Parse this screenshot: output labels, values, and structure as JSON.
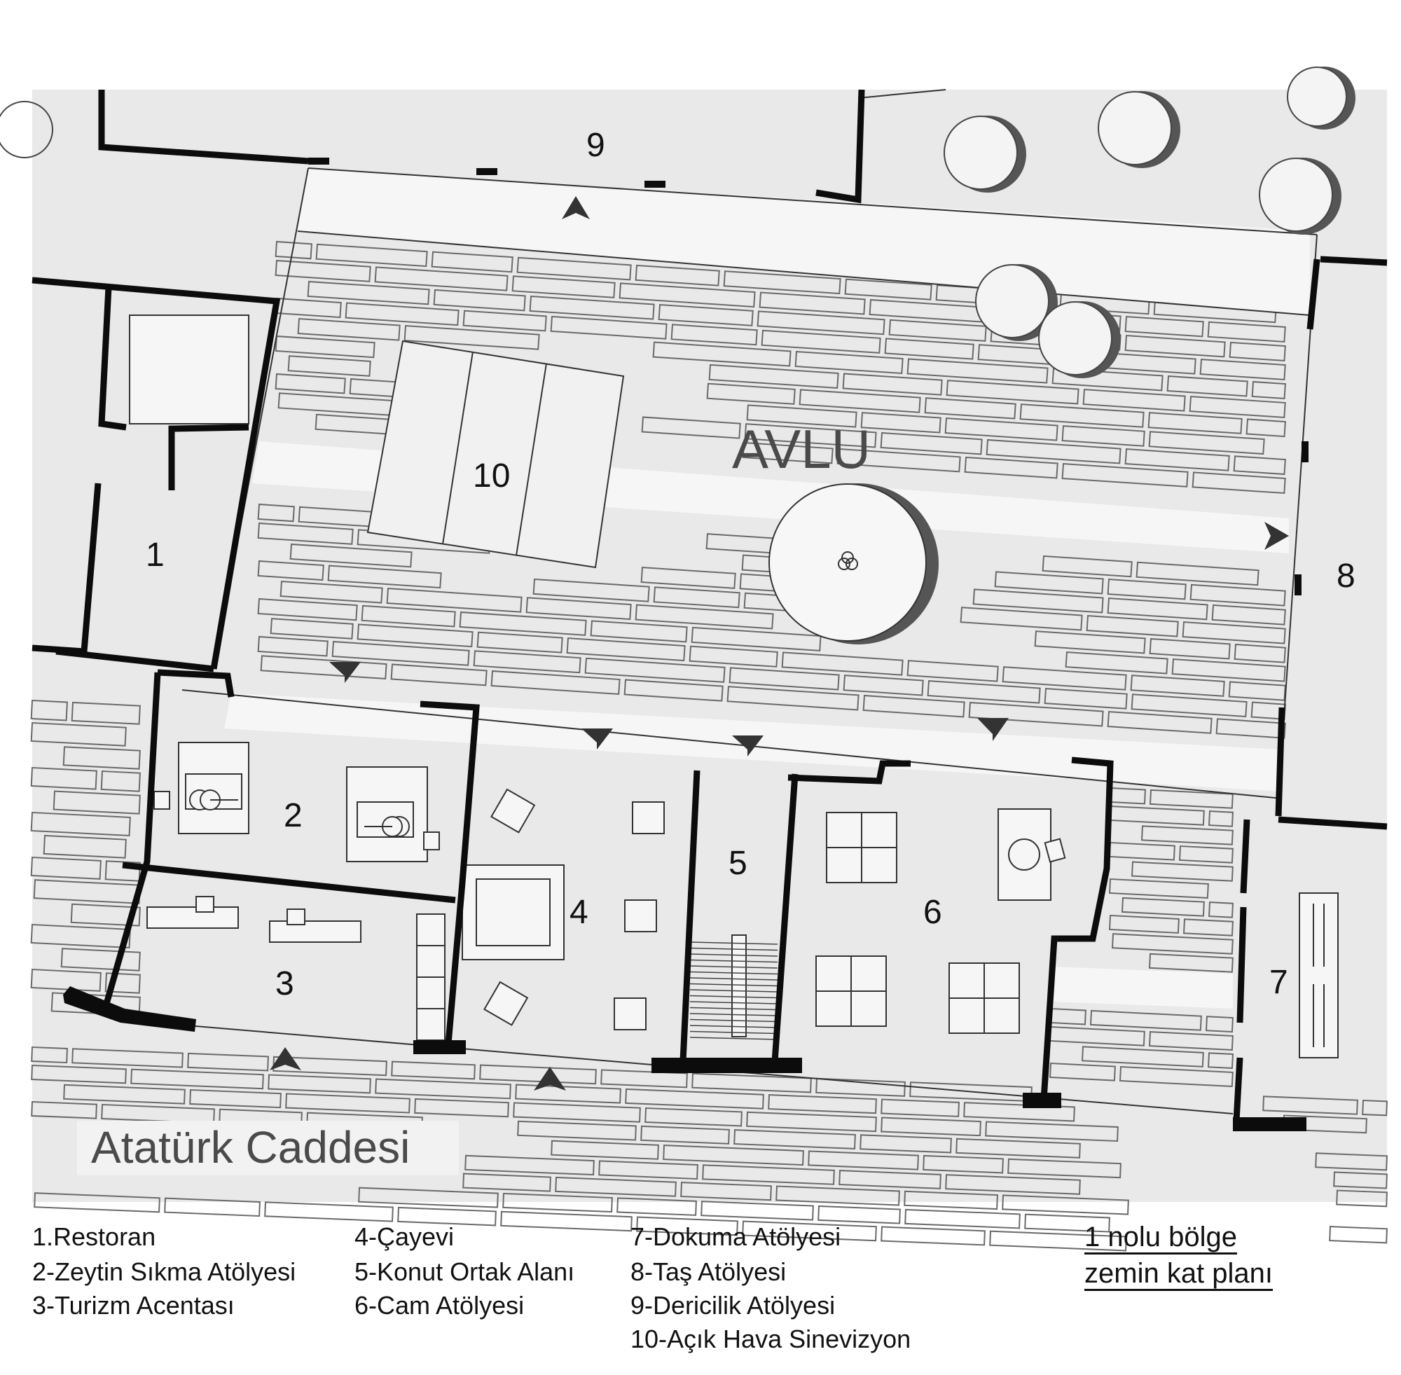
{
  "plan": {
    "courtyard_label": "AVLU",
    "street_label": "Atatürk Caddesi",
    "room_numbers": [
      "1",
      "2",
      "3",
      "4",
      "5",
      "6",
      "7",
      "8",
      "9",
      "10"
    ]
  },
  "legend": {
    "col1": [
      "1.Restoran",
      "2-Zeytin Sıkma Atölyesi",
      "3-Turizm Acentası"
    ],
    "col2": [
      "4-Çayevi",
      "5-Konut Ortak Alanı",
      "6-Cam Atölyesi"
    ],
    "col3": [
      "7-Dokuma Atölyesi",
      "8-Taş Atölyesi",
      "9-Dericilik Atölyesi",
      "10-Açık Hava Sinevizyon"
    ]
  },
  "sheet_title": {
    "line1": "1 nolu bölge",
    "line2": "zemin kat planı"
  },
  "colors": {
    "paper": "#e9e9e9",
    "wall": "#0c0c0c",
    "paving_line": "#6a6a6a",
    "arrow": "#333333",
    "label": "#4a4a4a"
  }
}
